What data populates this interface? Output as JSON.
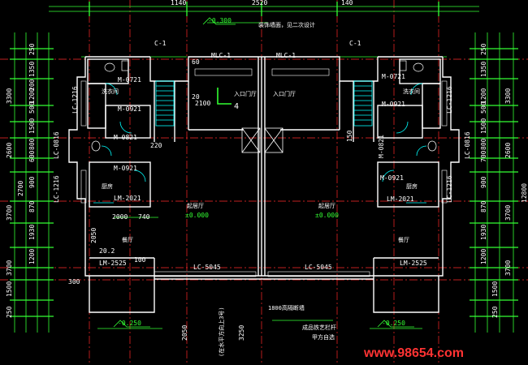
{
  "labels": {
    "elev_top": "-0.300",
    "note_top": "装饰墙面，见二次设计",
    "c1": "C-1",
    "mlc1": "MLC-1",
    "m0721": "M-0721",
    "m0921": "M-0921",
    "m0821": "M-0821",
    "lc1216": "LC-1216",
    "lc0816": "LC-0816",
    "lm2021": "LM-2021",
    "lm2525": "LM-2525",
    "lc5045": "LC-5045",
    "lang_entry": "入口门厅",
    "lang_living": "起居厅",
    "lang_kitchen": "厨房",
    "lang_dining": "餐厅",
    "lang_wash": "洗衣间",
    "elev_living": "±0.000",
    "elev_bottom": "-0.250",
    "note_wall": "1800高隔断墙",
    "note_rail": "成品铁艺栏杆",
    "note_rail2": "甲方自选",
    "note_cont": "(在水平方向上3号)",
    "dim_2100": "2100",
    "dim_2000": "2000",
    "dim_740": "740",
    "dim_2050": "2050",
    "dim_20_2": "20.2",
    "dim_100": "100",
    "dim_150": "150",
    "dim_220": "220",
    "dim_60": "60",
    "dim_20": "20",
    "dim_3250": "3250",
    "dim_300": "300",
    "dim_4": "4",
    "watermark": "www.98654.com",
    "top_dims": [
      "1140",
      "2520",
      "140"
    ],
    "left_dims": [
      "250",
      "1350",
      "3300",
      "200",
      "1200",
      "500",
      "1500",
      "2600",
      "800",
      "600",
      "900",
      "3700",
      "870",
      "2700",
      "1930",
      "1200",
      "3700",
      "1500",
      "250"
    ],
    "right_dims": [
      "250",
      "1350",
      "3300",
      "1200",
      "500",
      "1500",
      "2600",
      "800",
      "700",
      "900",
      "3700",
      "870",
      "1930",
      "1200",
      "3700",
      "1500",
      "250",
      "12800"
    ]
  },
  "colors": {
    "background": "#000000",
    "wall": "#ffffff",
    "axis": "#ff2a2a",
    "dim": "#33ff33",
    "door": "#00ffff",
    "text": "#ffffff",
    "label_yellow": "#ffff66",
    "watermark": "#ff3333",
    "stair": "#00ffff"
  }
}
